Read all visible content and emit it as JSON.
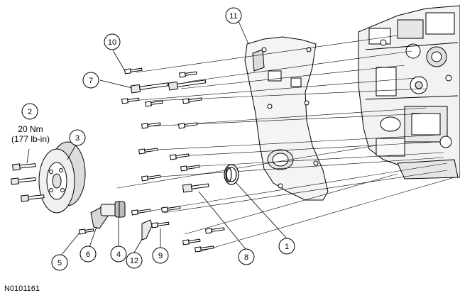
{
  "callouts": [
    {
      "id": "1",
      "label": "1"
    },
    {
      "id": "2",
      "label": "2"
    },
    {
      "id": "3",
      "label": "3"
    },
    {
      "id": "4",
      "label": "4"
    },
    {
      "id": "5",
      "label": "5"
    },
    {
      "id": "6",
      "label": "6"
    },
    {
      "id": "7",
      "label": "7"
    },
    {
      "id": "8",
      "label": "8"
    },
    {
      "id": "9",
      "label": "9"
    },
    {
      "id": "10",
      "label": "10"
    },
    {
      "id": "11",
      "label": "11"
    },
    {
      "id": "12",
      "label": "12"
    }
  ],
  "torque": {
    "metric": "20 Nm",
    "imperial": "(177 lb-in)"
  },
  "figure_id": "N0101161"
}
